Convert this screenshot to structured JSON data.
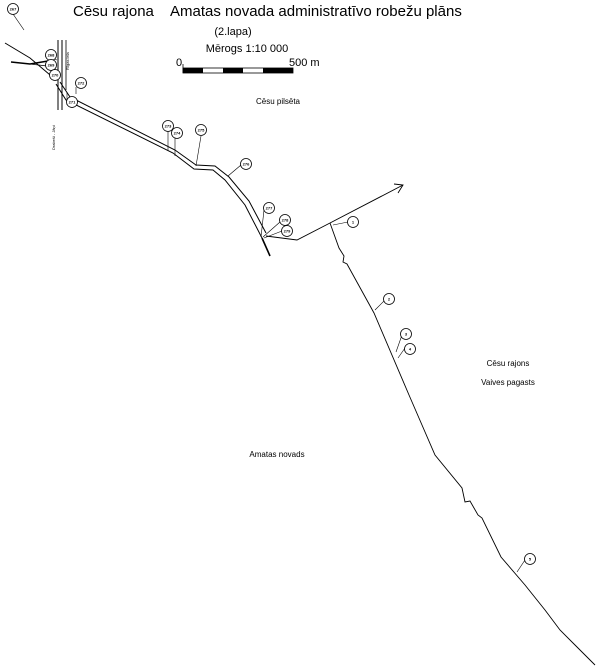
{
  "header": {
    "district_title": "Cēsu rajona",
    "plan_title": "Amatas novada administratīvo robežu plāns",
    "page": "(2.lapa)",
    "scale": "Mērogs 1:10 000",
    "scale_start": "0",
    "scale_end": "500 m"
  },
  "areas": {
    "cesis_city": "Cēsu pilsēta",
    "district": "Cēsu rajons",
    "parish": "Vaives pagasts",
    "municipality": "Amatas novads"
  },
  "roads": {
    "road_a": "Drabeši - Jāņi",
    "road_b": "Rīgas iela"
  },
  "markers": [
    "267",
    "268",
    "269",
    "270",
    "271",
    "272",
    "273",
    "274",
    "275",
    "276",
    "277",
    "278",
    "279",
    "1",
    "2",
    "3",
    "4",
    "5"
  ]
}
